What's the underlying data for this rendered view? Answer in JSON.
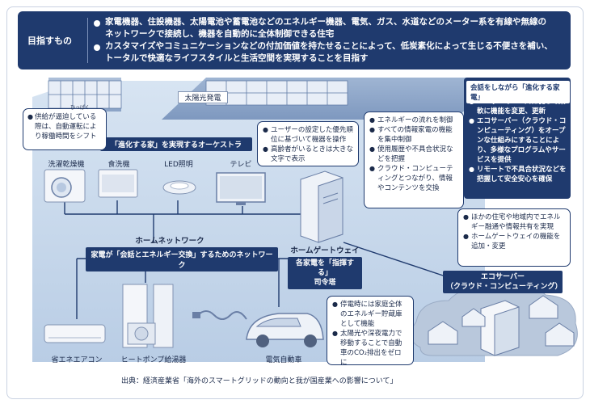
{
  "banner": {
    "label": "目指すもの",
    "line1": "家電機器、住設機器、太陽電池や蓄電池などのエネルギー機器、電気、ガス、水道などのメーター系を有線や無線の",
    "line1b": "ネットワークで接続し、機器を自動的に全体制御できる住宅",
    "line2": "カスタマイズやコミュニケーションなどの付加価値を持たせることによって、低炭素化によって生じる不便さを補い、",
    "line2b": "トータルで快適なライフスタイルと生活空間を実現することを目指す"
  },
  "roof": {
    "solar_label": "太陽光発電"
  },
  "orchestra_label": "「進化する家」を実現するオーケストラ",
  "appliances": {
    "washer": "洗濯乾燥機",
    "dishwasher": "食洗機",
    "led": "LED照明",
    "tv": "テレビ",
    "aircon": "省エネエアコン",
    "heatpump": "ヒートポンプ給湯器",
    "ev": "電気自動車"
  },
  "bubbles": {
    "washer_note": [
      "供給が逼迫している",
      "際は、自動運転によ",
      "り稼働時間をシフト"
    ],
    "washer_ruby": "ひっぱく",
    "user_note": [
      "ユーザーの設定した優先順位に基づいて機器を操作",
      "高齢者がいるときは大きな文字で表示"
    ],
    "gateway_note": [
      "エネルギーの流れを制御",
      "すべての情報家電の機能を集中制御",
      "使用履歴や不具合状況などを把握",
      "クラウド・コンピューティングとつながり、情報やコンテンツを交換"
    ],
    "ev_note": [
      "停電時には家庭全体のエネルギー貯蔵庫として機能",
      "太陽光や深夜電力で移動することで自動車のCO₂排出をゼロに"
    ],
    "cloud_note": [
      "ほかの住宅や地域内でエネルギー融通や情報共有を実現",
      "ホームゲートウェイの機能を追加・変更"
    ]
  },
  "network": {
    "title": "ホームネットワーク",
    "subtitle": "家電が「会話とエネルギー交換」するためのネットワーク"
  },
  "gateway": {
    "title": "ホームゲートウェイ",
    "sub1": "各家電を「指揮する」",
    "sub2": "司令塔"
  },
  "side_panel": {
    "title": "会話をしながら「進化する家電」",
    "items": [
      "ユーザーのニーズに従って柔軟に機能を変更、更新",
      "エコサーバー（クラウド・コンピューティング）をオープンな仕組みにすることにより、多様なプログラムやサービスを提供",
      "リモートで不具合状況などを把握して安全安心を確保"
    ]
  },
  "eco_server": {
    "title": "エコサーバー",
    "sub": "（クラウド・コンピューティング）"
  },
  "source": "出典：経済産業省「海外のスマートグリッドの動向と我が国産業への影響について」",
  "colors": {
    "navy": "#1f3a6e",
    "sky": "#c8d9ec",
    "roof": "#8aa4c8"
  }
}
